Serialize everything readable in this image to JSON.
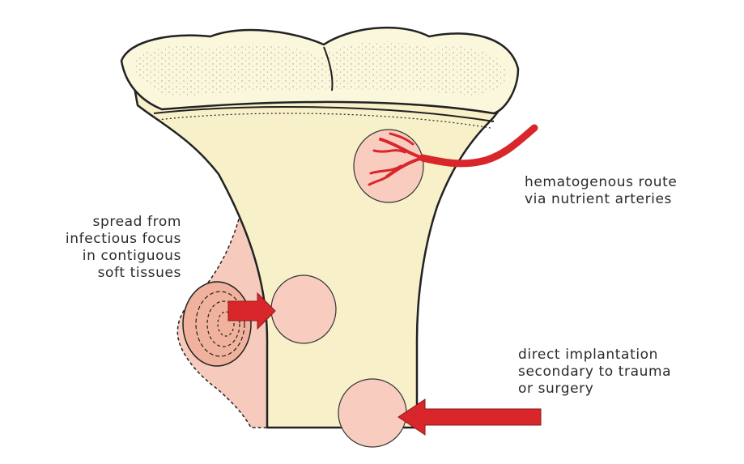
{
  "labels": {
    "hematogenous": [
      "hematogenous route",
      "via nutrient arteries"
    ],
    "contiguous": [
      "spread from",
      "infectious focus",
      "in contiguous",
      "soft tissues"
    ],
    "direct": [
      "direct implantation",
      "secondary to trauma",
      "or surgery"
    ]
  },
  "colors": {
    "bone": "#f7f0c9",
    "cartilage": "#fbf7dc",
    "lesion": "#f8cdbf",
    "soft_tissue": "#f6cbbd",
    "arrow": "#d9262b",
    "outline": "#222222"
  }
}
